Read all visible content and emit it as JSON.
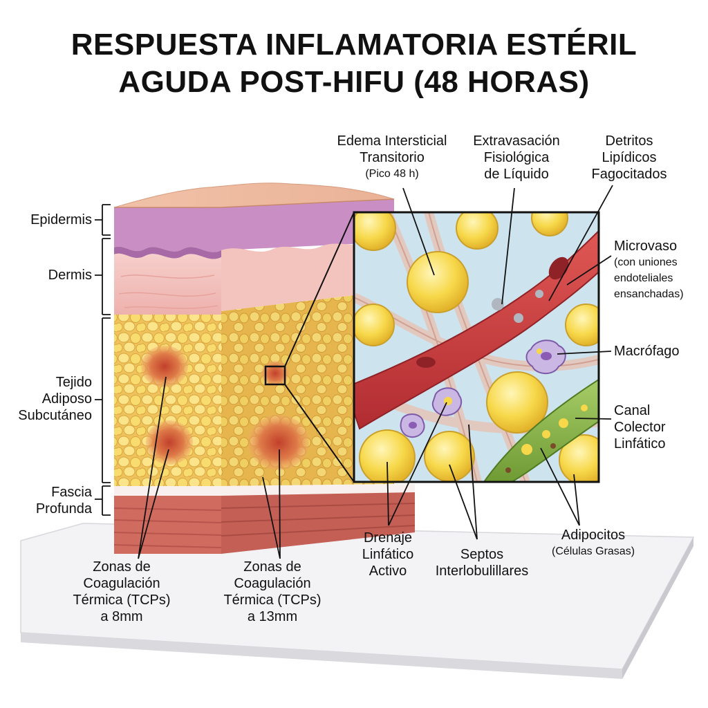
{
  "title": {
    "line1": "RESPUESTA INFLAMATORIA ESTÉRIL",
    "line2": "AGUDA POST-HIFU (48 HORAS)"
  },
  "layers": {
    "epidermis": "Epidermis",
    "dermis": "Dermis",
    "adipose": [
      "Tejido",
      "Adiposo",
      "Subcutáneo"
    ],
    "fascia": [
      "Fascia",
      "Profunda"
    ]
  },
  "callouts": {
    "edema": {
      "lines": [
        "Edema Intersticial",
        "Transitorio"
      ],
      "sub": "(Pico 48 h)"
    },
    "extravasation": {
      "lines": [
        "Extravasación",
        "Fisiológica",
        "de Líquido"
      ]
    },
    "lipid": {
      "lines": [
        "Detritos",
        "Lipídicos",
        "Fagocitados"
      ]
    },
    "microvessel": {
      "lines": [
        "Microvaso"
      ],
      "sub_lines": [
        "(con uniones",
        "endoteliales",
        "ensanchadas)"
      ]
    },
    "macrophage": {
      "lines": [
        "Macrófago"
      ]
    },
    "lymph_channel": {
      "lines": [
        "Canal",
        "Colector",
        "Linfático"
      ]
    },
    "adipocytes": {
      "lines": [
        "Adipocitos"
      ],
      "sub": "(Células Grasas)"
    },
    "septa": {
      "lines": [
        "Septos",
        "Interlobulillares"
      ]
    },
    "lymph_drainage": {
      "lines": [
        "Drenaje",
        "Linfático",
        "Activo"
      ]
    },
    "tcp_8": {
      "lines": [
        "Zonas de",
        "Coagulación",
        "Térmica (TCPs)",
        "a 8mm"
      ]
    },
    "tcp_13": {
      "lines": [
        "Zonas de",
        "Coagulación",
        "Térmica (TCPs)",
        "a 13mm"
      ]
    }
  },
  "colors": {
    "epidermis": "#c98fc4",
    "dermis": "#f2b9b6",
    "adipocyte": "#f7d84a",
    "vessel": "#c9393c",
    "lymph": "#8cba4a",
    "lesion": "#d9603a",
    "fluid": "#bcd8ea",
    "platform": "#f2f2f4"
  }
}
